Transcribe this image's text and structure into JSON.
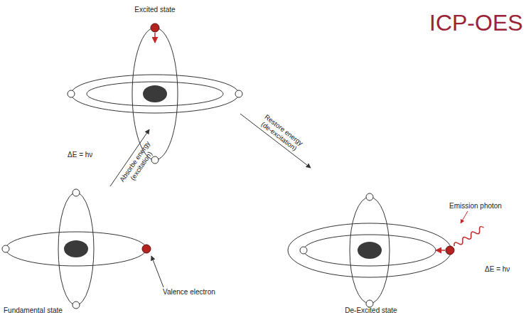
{
  "diagram": {
    "title": "ICP-OES",
    "nodes": [
      {
        "text": [
          "Excited state"
        ]
      },
      {
        "text": [
          "Fundamental state"
        ]
      },
      {
        "text": [
          "De-Excited state"
        ]
      }
    ],
    "edges": [
      {
        "from": 1,
        "to": 0,
        "arrow": "to",
        "label": "Absorbe energy (excitation)"
      },
      {
        "from": 0,
        "to": 2,
        "arrow": "to",
        "label": "Restore energy (de-excitation)"
      }
    ],
    "labels": [
      "ΔE = hν",
      "Valence electron",
      "Emission photon",
      "ΔE = hν"
    ]
  }
}
